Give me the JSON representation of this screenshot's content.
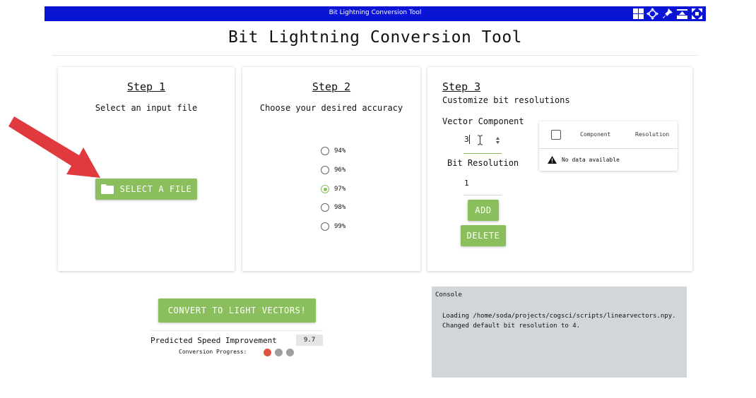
{
  "window": {
    "title": "Bit Lightning Conversion Tool"
  },
  "app": {
    "title": "Bit Lightning Conversion Tool"
  },
  "step1": {
    "title": "Step 1",
    "subtitle": "Select an input file",
    "button": "SELECT A FILE"
  },
  "step2": {
    "title": "Step 2",
    "subtitle": "Choose your desired accuracy",
    "options": [
      "94%",
      "96%",
      "97%",
      "98%",
      "99%"
    ],
    "selected": "97%"
  },
  "step3": {
    "title": "Step 3",
    "subtitle": "Customize bit resolutions",
    "vector_label": "Vector Component",
    "vector_value": "3",
    "bit_label": "Bit Resolution",
    "bit_value": "1",
    "add_button": "ADD",
    "delete_button": "DELETE",
    "table": {
      "columns": [
        "Component",
        "Resolution"
      ],
      "empty_text": "No data available"
    }
  },
  "convert": {
    "button": "CONVERT TO LIGHT VECTORS!",
    "speed_label": "Predicted Speed Improvement",
    "speed_value": "9.7",
    "progress_label": "Conversion Progress:",
    "progress_colors": [
      "#e0533f",
      "#9e9e9e",
      "#9e9e9e"
    ]
  },
  "console": {
    "title": "Console",
    "lines": [
      "Loading /home/soda/projects/cogsci/scripts/linearvectors.npy.",
      "Changed default bit resolution to 4."
    ]
  },
  "colors": {
    "titlebar": "#0a14d4",
    "accent": "#8bbf5e",
    "arrow": "#e0393e",
    "console_bg": "#d2d5da"
  },
  "icons": [
    "grid-icon",
    "move-icon",
    "pin-icon",
    "maximize-icon",
    "fullscreen-icon",
    "folder-icon",
    "warning-icon",
    "arrow-annotation"
  ]
}
